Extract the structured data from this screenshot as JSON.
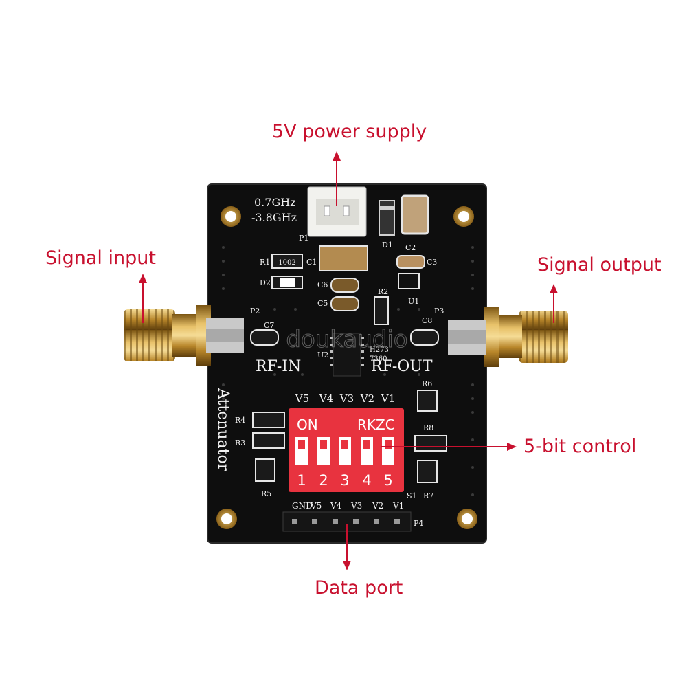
{
  "callouts": {
    "power": "5V power supply",
    "input": "Signal input",
    "output": "Signal output",
    "control": "5-bit control",
    "data": "Data port"
  },
  "board": {
    "freq_line1": "0.7GHz",
    "freq_line2": "-3.8GHz",
    "rf_in": "RF-IN",
    "rf_out": "RF-OUT",
    "title": "Attenuator",
    "dip_labels": [
      "V5",
      "V4",
      "V3",
      "V2",
      "V1"
    ],
    "dip_on": "ON",
    "dip_brand": "RKZC",
    "dip_numbers": [
      "1",
      "2",
      "3",
      "4",
      "5"
    ],
    "header_labels": [
      "GND",
      "V5",
      "V4",
      "V3",
      "V2",
      "V1"
    ],
    "designators": {
      "p1": "P1",
      "p2": "P2",
      "p3": "P3",
      "p4": "P4",
      "d1": "D1",
      "d2": "D2",
      "c1": "C1",
      "c2": "C2",
      "c3": "C3",
      "c5": "C5",
      "c6": "C6",
      "c7": "C7",
      "c8": "C8",
      "r1": "R1",
      "r2": "R2",
      "r3": "R3",
      "r4": "R4",
      "r5": "R5",
      "r6": "R6",
      "r7": "R7",
      "r8": "R8",
      "u1": "U1",
      "u2": "U2",
      "s1": "S1"
    },
    "chip_marking": [
      "H273",
      "7360"
    ],
    "resistor_code": "1002",
    "watermark": "doukaudio"
  },
  "colors": {
    "callout": "#c8102e",
    "pcb": "#0e0e0e",
    "dip_switch": "#e8333f",
    "gold": "#c9962e"
  }
}
